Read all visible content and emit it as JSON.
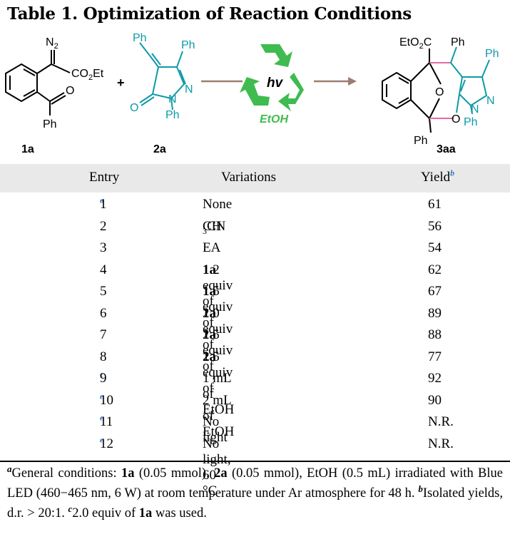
{
  "title": "Table 1. Optimization of Reaction Conditions",
  "scheme": {
    "reactant1": {
      "label": "1a",
      "n2": "N",
      "n2sub": "2",
      "ester": "CO",
      "ester_sub": "2",
      "ester_end": "Et",
      "ph": "Ph"
    },
    "plus": "+",
    "reactant2": {
      "label": "2a",
      "ph_top": "Ph",
      "ph_right": "Ph",
      "ph_n": "Ph",
      "n1": "N",
      "n2": "N",
      "o": "O"
    },
    "condition_top": "hv",
    "condition_bottom": "EtOH",
    "product": {
      "label": "3aa",
      "ester_pre": "EtO",
      "ester_sub": "2",
      "ester_post": "C",
      "ph_top": "Ph",
      "ph_right": "Ph",
      "ph_n": "Ph",
      "ph_bottom": "Ph",
      "o_bridge": "O",
      "o_ring": "O",
      "n1": "N",
      "n2": "N"
    },
    "colors": {
      "teal": "#0e9aa7",
      "recycle_green": "#3fbb4f",
      "pink": "#e06aa5",
      "arrow": "#9a7e70"
    }
  },
  "table": {
    "headers": {
      "entry": "Entry",
      "variations": "Variations",
      "yield": "Yield",
      "yield_sup": "b"
    },
    "rows": [
      {
        "entry": "1",
        "sup": "a",
        "var": "None",
        "bold": "",
        "sub": "",
        "var_tail": "",
        "yield": "61"
      },
      {
        "entry": "2",
        "sup": "",
        "var": "CH",
        "sub": "3",
        "var_tail": "CN",
        "bold": "",
        "yield": "56"
      },
      {
        "entry": "3",
        "sup": "",
        "var": "EA",
        "bold": "",
        "sub": "",
        "var_tail": "",
        "yield": "54"
      },
      {
        "entry": "4",
        "sup": "",
        "var": "1.2 equiv of ",
        "bold": "1a",
        "sub": "",
        "var_tail": "",
        "yield": "62"
      },
      {
        "entry": "5",
        "sup": "",
        "var": "1.5 equiv of ",
        "bold": "1a",
        "sub": "",
        "var_tail": "",
        "yield": "67"
      },
      {
        "entry": "6",
        "sup": "",
        "var": "2.0 equiv of ",
        "bold": "1a",
        "sub": "",
        "var_tail": "",
        "yield": "89"
      },
      {
        "entry": "7",
        "sup": "",
        "var": "2.5 equiv of ",
        "bold": "1a",
        "sub": "",
        "var_tail": "",
        "yield": "88"
      },
      {
        "entry": "8",
        "sup": "",
        "var": "1.5 equiv of ",
        "bold": "2a",
        "sub": "",
        "var_tail": "",
        "yield": "77"
      },
      {
        "entry": "9",
        "sup": "c",
        "var": "1 mL of EtOH",
        "bold": "",
        "sub": "",
        "var_tail": "",
        "yield": "92"
      },
      {
        "entry": "10",
        "sup": "c",
        "var": "2 mL of EtOH",
        "bold": "",
        "sub": "",
        "var_tail": "",
        "yield": "90"
      },
      {
        "entry": "11",
        "sup": "c",
        "var": "No light",
        "bold": "",
        "sub": "",
        "var_tail": "",
        "yield": "N.R."
      },
      {
        "entry": "12",
        "sup": "c",
        "var": "No light, 60 °C",
        "bold": "",
        "sub": "",
        "var_tail": "",
        "yield": "N.R."
      }
    ]
  },
  "footnote": {
    "a_mark": "a",
    "a_text1": "General conditions: ",
    "a_b1": "1a",
    "a_text2": " (0.05 mmol), ",
    "a_b2": "2a",
    "a_text3": " (0.05 mmol), EtOH (0.5 mL) irradiated with Blue LED (460−465 nm, 6 W) at room temperature under Ar atmosphere for 48 h. ",
    "b_mark": "b",
    "b_text": "Isolated yields, d.r. > 20:1. ",
    "c_mark": "c",
    "c_text1": "2.0 equiv of ",
    "c_b": "1a",
    "c_text2": " was used."
  }
}
